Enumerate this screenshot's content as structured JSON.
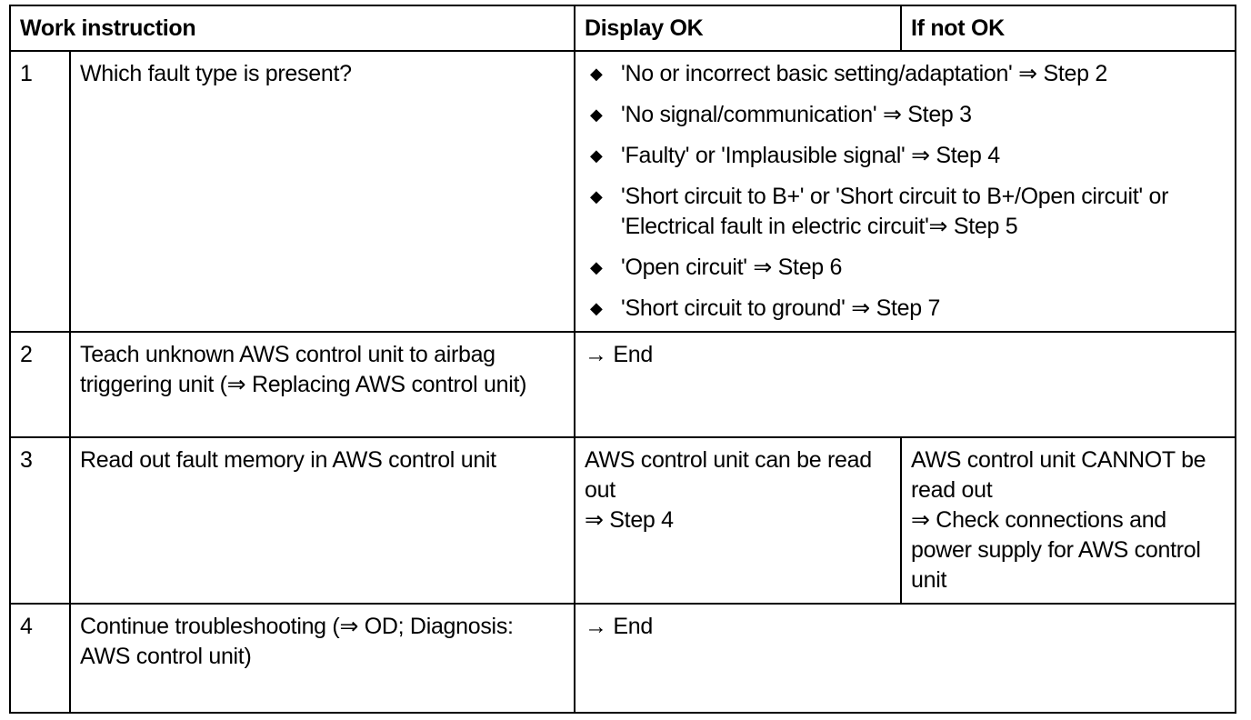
{
  "header": {
    "work_instruction": "Work instruction",
    "display_ok": "Display OK",
    "if_not_ok": "If not OK"
  },
  "rows": [
    {
      "step": "1",
      "instruction": "Which fault type is present?",
      "options": [
        "'No or incorrect basic setting/adaptation' ⇒ Step 2",
        "'No signal/communication' ⇒ Step 3",
        "'Faulty' or 'Implausible signal' ⇒ Step 4",
        "'Short circuit to B+' or 'Short circuit to B+/Open circuit' or 'Electrical fault in electric circuit'⇒ Step 5",
        "'Open circuit' ⇒ Step 6",
        "'Short circuit to ground' ⇒ Step 7"
      ],
      "bullet_icon": "diamond-bullet-icon"
    },
    {
      "step": "2",
      "instruction": "Teach unknown AWS control unit to airbag triggering unit (⇒ Replacing AWS control unit)",
      "result": "→ End"
    },
    {
      "step": "3",
      "instruction": "Read out fault memory in AWS control unit",
      "display_ok_lines": [
        "AWS control unit can be read out",
        "⇒ Step 4"
      ],
      "if_not_ok_lines": [
        "AWS control unit CANNOT be read out",
        "⇒ Check connections and power supply for AWS control unit"
      ]
    },
    {
      "step": "4",
      "instruction": "Continue troubleshooting (⇒ OD; Diagnosis: AWS control unit)",
      "result": "→ End"
    }
  ]
}
